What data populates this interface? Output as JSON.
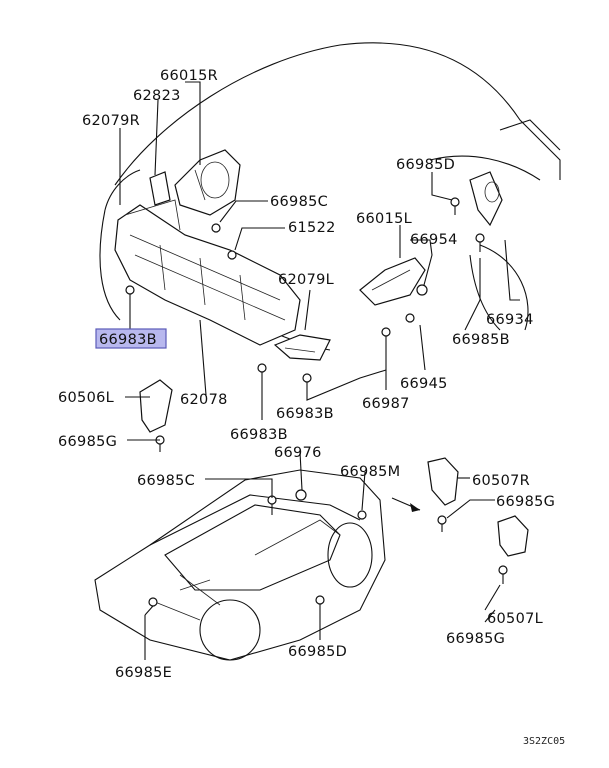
{
  "diagram": {
    "labels": {
      "p66015R": "66015R",
      "p62823": "62823",
      "p62079R": "62079R",
      "p66985D": "66985D",
      "p66985C_top": "66985C",
      "p61522": "61522",
      "p66015L": "66015L",
      "p66954": "66954",
      "p62079L": "62079L",
      "p66934": "66934",
      "p66983B_highlight": "66983B",
      "p66985B": "66985B",
      "p66945": "66945",
      "p60506L": "60506L",
      "p62078": "62078",
      "p66987": "66987",
      "p66983B_mid": "66983B",
      "p66983B_low": "66983B",
      "p66985G_left": "66985G",
      "p66976": "66976",
      "p66985M": "66985M",
      "p66985C_low": "66985C",
      "p60507R": "60507R",
      "p66985G_right": "66985G",
      "p60507L": "60507L",
      "p66985G_bottom": "66985G",
      "p66985E": "66985E",
      "p66985D_bottom": "66985D",
      "ref_code": "3S2ZC05"
    },
    "colors": {
      "highlight_fill": "#b8b8ee",
      "highlight_stroke": "#5a5ab8",
      "ink": "#111111"
    }
  }
}
